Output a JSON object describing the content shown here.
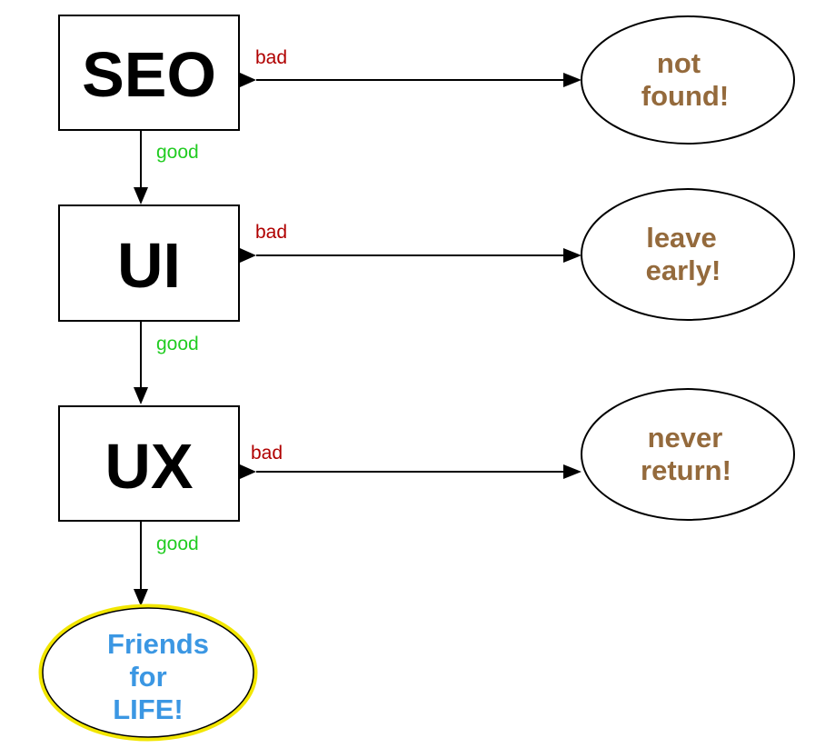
{
  "colors": {
    "stroke": "#000000",
    "bad_label": "#b00000",
    "good_label": "#22cc22",
    "outcome_text": "#946a3c",
    "final_text": "#3b97e3",
    "final_outline": "#f2e600"
  },
  "stages": [
    {
      "label": "SEO"
    },
    {
      "label": "UI"
    },
    {
      "label": "UX"
    }
  ],
  "edges": {
    "bad": "bad",
    "good": "good"
  },
  "outcomes": [
    {
      "line1": "not",
      "line2": "found!"
    },
    {
      "line1": "leave",
      "line2": "early!"
    },
    {
      "line1": "never",
      "line2": "return!"
    }
  ],
  "final": {
    "line1": "Friends",
    "line2": "for",
    "line3": "LIFE!"
  }
}
